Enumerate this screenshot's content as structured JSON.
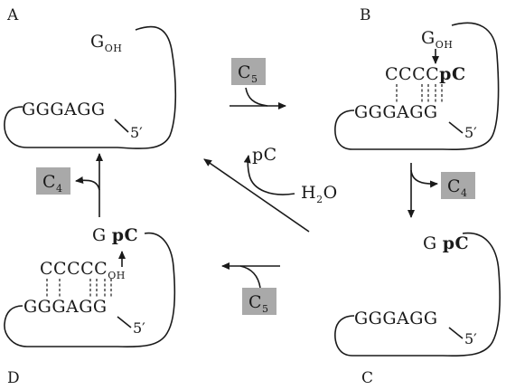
{
  "panels": {
    "A": {
      "label": "A",
      "g": "G",
      "oh": "OH",
      "strand": "GGGAGG",
      "five": "5′"
    },
    "B": {
      "label": "B",
      "g": "G",
      "oh": "OH",
      "c4": "CCCC",
      "pc": "pC",
      "strand": "GGGAGG",
      "five": "5′"
    },
    "C": {
      "label": "C",
      "g": "G",
      "pc": "pC",
      "strand": "GGGAGG",
      "five": "5′"
    },
    "D": {
      "label": "D",
      "g": "G",
      "pc": "pC",
      "c5": "CCCCC",
      "oh": "OH",
      "strand": "GGGAGG",
      "five": "5′"
    }
  },
  "arrows": {
    "top": {
      "box": "C",
      "sub": "5"
    },
    "right": {
      "box": "C",
      "sub": "4"
    },
    "bottom": {
      "box": "C",
      "sub": "5"
    },
    "left": {
      "box": "C",
      "sub": "4"
    },
    "center": {
      "product": "pC",
      "water": "H",
      "water_sub": "2",
      "water_o": "O"
    }
  }
}
